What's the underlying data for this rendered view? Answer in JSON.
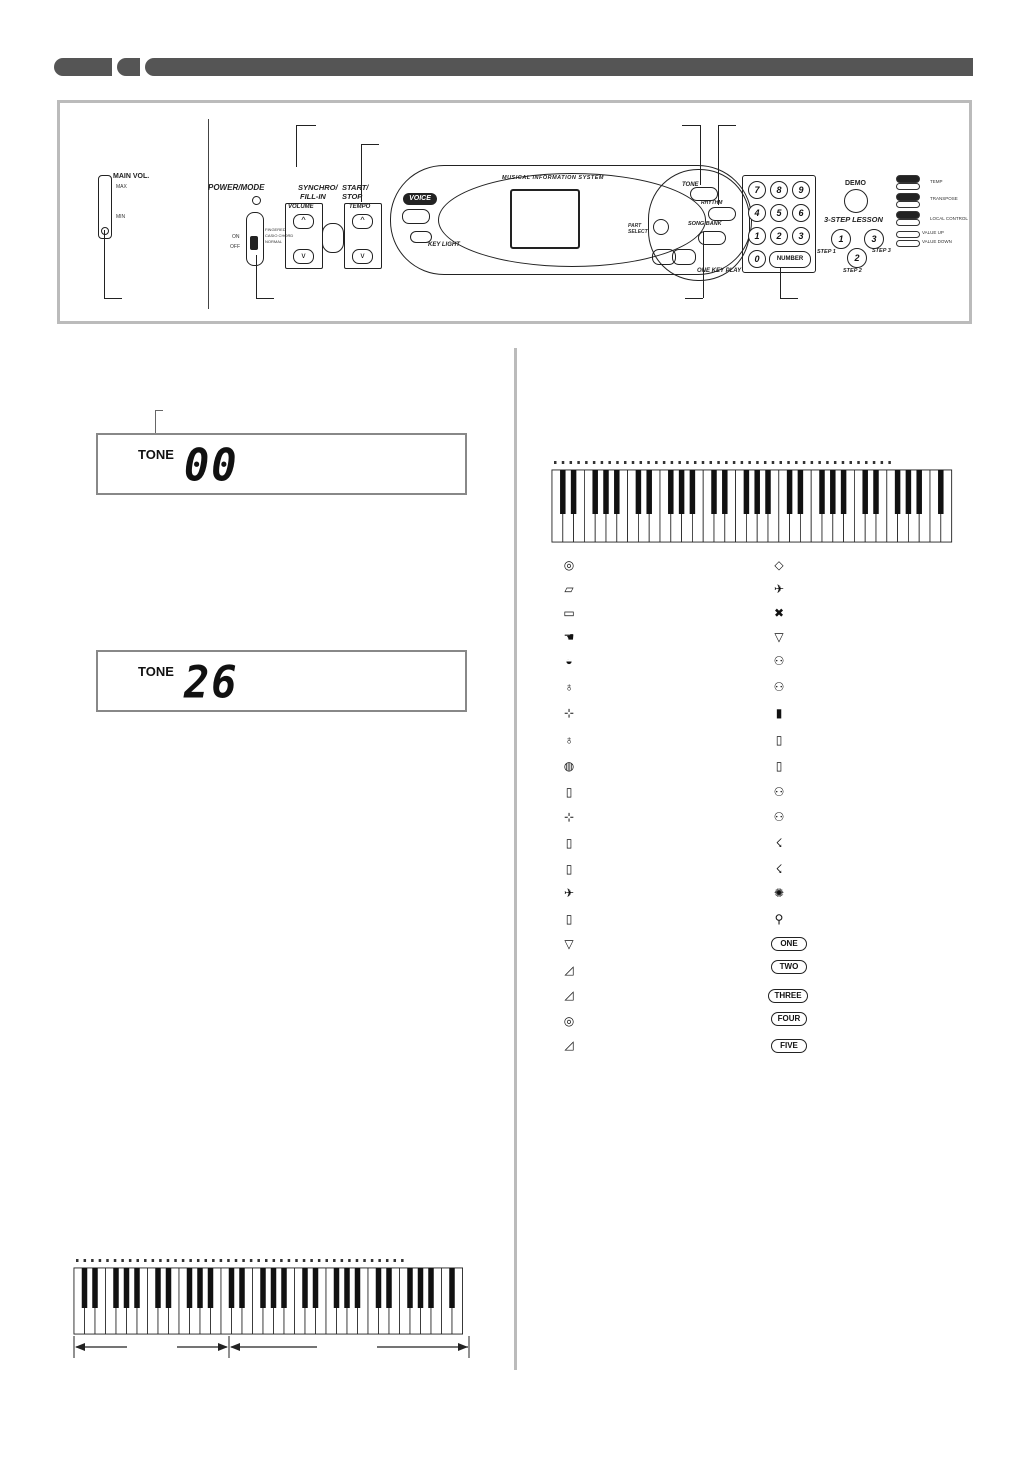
{
  "panel": {
    "main_vol": "MAIN VOL.",
    "max": "MAX",
    "min": "MIN",
    "power_mode": "POWER/MODE",
    "on": "ON",
    "off": "OFF",
    "mode_options": [
      "FINGERED",
      "CASIO CHORD",
      "NORMAL"
    ],
    "synchro": "SYNCHRO/",
    "fill_in": "FILL-IN",
    "start": "START/",
    "stop": "STOP",
    "volume": "VOLUME",
    "tempo": "TEMPO",
    "voice": "VOICE",
    "key_light": "KEY LIGHT",
    "mis": "MUSICAL INFORMATION SYSTEM",
    "part_select": "PART SELECT",
    "tone": "TONE",
    "rhythm": "RHYTHM",
    "song_bank": "SONG BANK",
    "one_key_play": "ONE KEY PLAY",
    "demo": "DEMO",
    "lesson": "3-STEP LESSON",
    "step1": "STEP 1",
    "step2": "STEP 2",
    "step3": "STEP 3",
    "number": "NUMBER",
    "side_labels": [
      "TEMP",
      "TRANSPOSE",
      "LOCAL CONTROL",
      "VALUE UP",
      "VALUE DOWN"
    ]
  },
  "displays": [
    {
      "label": "TONE",
      "value": "00"
    },
    {
      "label": "TONE",
      "value": "26"
    }
  ],
  "bubbles": [
    "ONE",
    "TWO",
    "THREE",
    "FOUR",
    "FIVE"
  ],
  "colors": {
    "bar": "#555555",
    "frame": "#bbbbbb",
    "ink": "#111111"
  }
}
